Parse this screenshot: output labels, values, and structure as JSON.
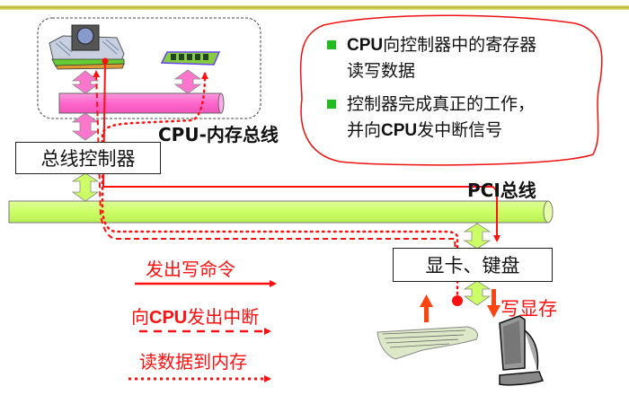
{
  "diagram": {
    "cpu_memory_bus_label": "CPU-内存总线",
    "bus_controller_label": "总线控制器",
    "pci_bus_label": "PCI总线",
    "device_controller_label": "显卡、键盘",
    "write_vram_label": "写显存",
    "components": {
      "cpu": "cpu-module-icon",
      "memory": "ram-module-icon",
      "keyboard": "keyboard-icon",
      "monitor": "monitor-icon"
    }
  },
  "notes": {
    "items": [
      {
        "bold_prefix": "CPU",
        "text": "向控制器中的寄存器读写数据"
      },
      {
        "prefix": "控制器完成真正的工作，并向",
        "bold": "CPU",
        "suffix": "发中断信号"
      }
    ],
    "item0_line1_rest": "向控制器中的寄存器",
    "item0_line2": "读写数据",
    "item1_line1": "控制器完成真正的工作，",
    "item1_line2_pre": "并向",
    "item1_line2_bold": "CPU",
    "item1_line2_post": "发中断信号"
  },
  "legend": {
    "items": [
      {
        "label": "发出写命令",
        "style": "solid"
      },
      {
        "label_pre": "向",
        "label_bold": "CPU",
        "label_post": "发出中断",
        "style": "dashed"
      },
      {
        "label": "读数据到内存",
        "style": "dotted"
      }
    ]
  },
  "colors": {
    "signal": "#ff1010",
    "cpu_bus": "#ff66cc",
    "pci_bus": "#ccff66",
    "bullet": "#22bb22",
    "top_rule": "#b8b830"
  }
}
